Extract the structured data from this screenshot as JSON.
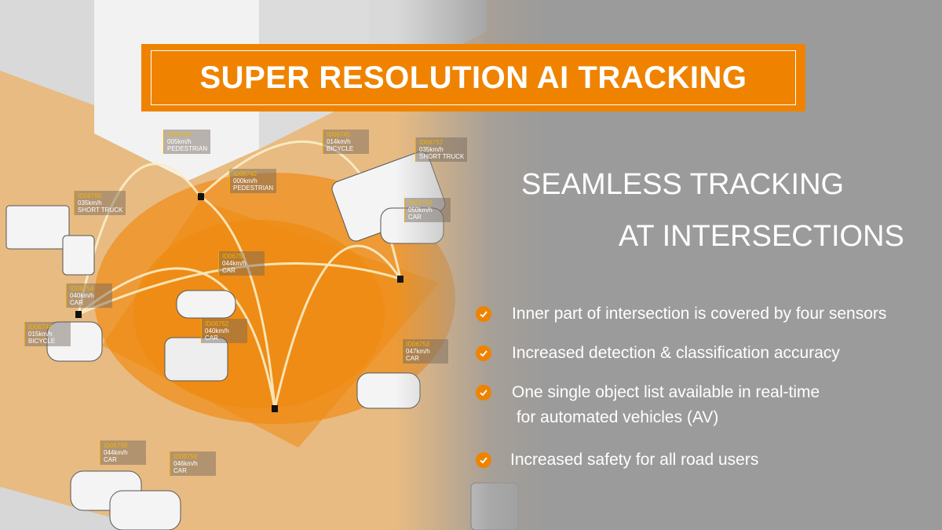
{
  "banner": {
    "title": "SUPER RESOLUTION AI TRACKING"
  },
  "heading": {
    "line1": "SEAMLESS TRACKING",
    "line2": "AT INTERSECTIONS"
  },
  "bullets": [
    {
      "text": "Inner part of intersection is covered by four sensors"
    },
    {
      "text": "Increased detection & classification accuracy"
    },
    {
      "text": "One single object list available in real-time",
      "text2": " for automated vehicles (AV)"
    },
    {
      "text": "Increased safety for all road users"
    }
  ],
  "tracks": [
    {
      "id": "ID06743",
      "speed": "005km/h",
      "type": "PEDESTRIAN"
    },
    {
      "id": "ID06745",
      "speed": "014km/h",
      "type": "BICYCLE"
    },
    {
      "id": "ID06757",
      "speed": "035km/h",
      "type": "SHORT TRUCK"
    },
    {
      "id": "ID06742",
      "speed": "000km/h",
      "type": "PEDESTRIAN"
    },
    {
      "id": "ID06755",
      "speed": "035km/h",
      "type": "SHORT TRUCK"
    },
    {
      "id": "ID06756",
      "speed": "050km/h",
      "type": "CAR"
    },
    {
      "id": "ID06751",
      "speed": "044km/h",
      "type": "CAR"
    },
    {
      "id": "ID06754",
      "speed": "040km/h",
      "type": "CAR"
    },
    {
      "id": "ID06744",
      "speed": "015km/h",
      "type": "BICYCLE"
    },
    {
      "id": "ID06752",
      "speed": "040km/h",
      "type": "CAR"
    },
    {
      "id": "ID06753",
      "speed": "047km/h",
      "type": "CAR"
    },
    {
      "id": "ID06758",
      "speed": "044km/h",
      "type": "CAR"
    },
    {
      "id": "ID06759",
      "speed": "046km/h",
      "type": "CAR"
    }
  ],
  "colors": {
    "accent": "#ef8300",
    "panel": "#9b9b9b",
    "road": "#e9b878"
  }
}
